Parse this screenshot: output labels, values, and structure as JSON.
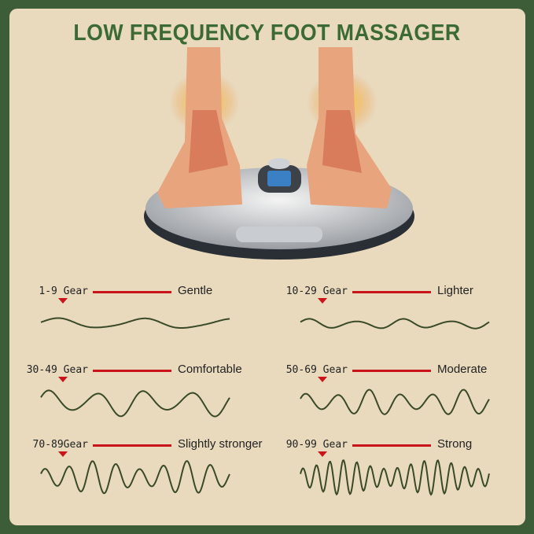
{
  "title": "LOW FREQUENCY FOOT MASSAGER",
  "colors": {
    "background": "#3d5c38",
    "panel": "#e9dabe",
    "title": "#3c6a34",
    "wave": "#3a4a28",
    "marker": "#c8141a"
  },
  "levels": [
    {
      "gear": "1-9 Gear",
      "label": "Gentle",
      "cycles": 2.2,
      "amp": 0.35
    },
    {
      "gear": "10-29 Gear",
      "label": "Lighter",
      "cycles": 4,
      "amp": 0.3
    },
    {
      "gear": "30-49 Gear",
      "label": "Comfortable",
      "cycles": 4,
      "amp": 0.8
    },
    {
      "gear": "50-69 Gear",
      "label": "Moderate",
      "cycles": 6,
      "amp": 0.75
    },
    {
      "gear": "70-89Gear",
      "label": "Slightly stronger",
      "cycles": 8,
      "amp": 0.95
    },
    {
      "gear": "90-99 Gear",
      "label": "Strong",
      "cycles": 14,
      "amp": 1.0
    }
  ]
}
